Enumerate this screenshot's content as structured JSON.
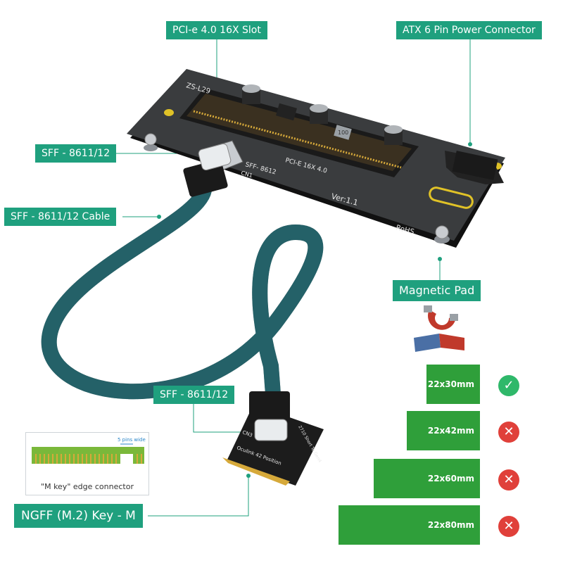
{
  "callouts": {
    "pcie_slot": "PCI-e 4.0 16X Slot",
    "atx_power": "ATX 6 Pin Power Connector",
    "sff_board": "SFF - 8611/12",
    "sff_cable": "SFF - 8611/12 Cable",
    "magnetic_pad": "Magnetic Pad",
    "sff_m2": "SFF - 8611/12",
    "ngff": "NGFF (M.2) Key - M"
  },
  "board_print": {
    "model": "ZS-L29",
    "slot": "PCI-E 16X 4.0",
    "version": "Ver:1.1",
    "sff": "SFF- 8612",
    "cn1": "CN1",
    "rohs": "RoHS",
    "cap": "100"
  },
  "m2_print": {
    "cn": "CN3",
    "position": "Oculink 42 Position",
    "short": "2710 Short To Gen4"
  },
  "inset": {
    "caption": "\"M key\"  edge connector",
    "pin_note": "5 pins wide"
  },
  "sizes": [
    {
      "label": "22x30mm",
      "supported": true
    },
    {
      "label": "22x42mm",
      "supported": false
    },
    {
      "label": "22x60mm",
      "supported": false
    },
    {
      "label": "22x80mm",
      "supported": false
    }
  ],
  "colors": {
    "callout": "#1fa07e",
    "card": "#2f9f3a",
    "ok": "#2fb86a",
    "bad": "#e0403a",
    "cable": "#1d3b3d"
  },
  "icons": {
    "supported": "check-icon",
    "unsupported": "cross-icon",
    "magnet": "magnet-icon"
  }
}
